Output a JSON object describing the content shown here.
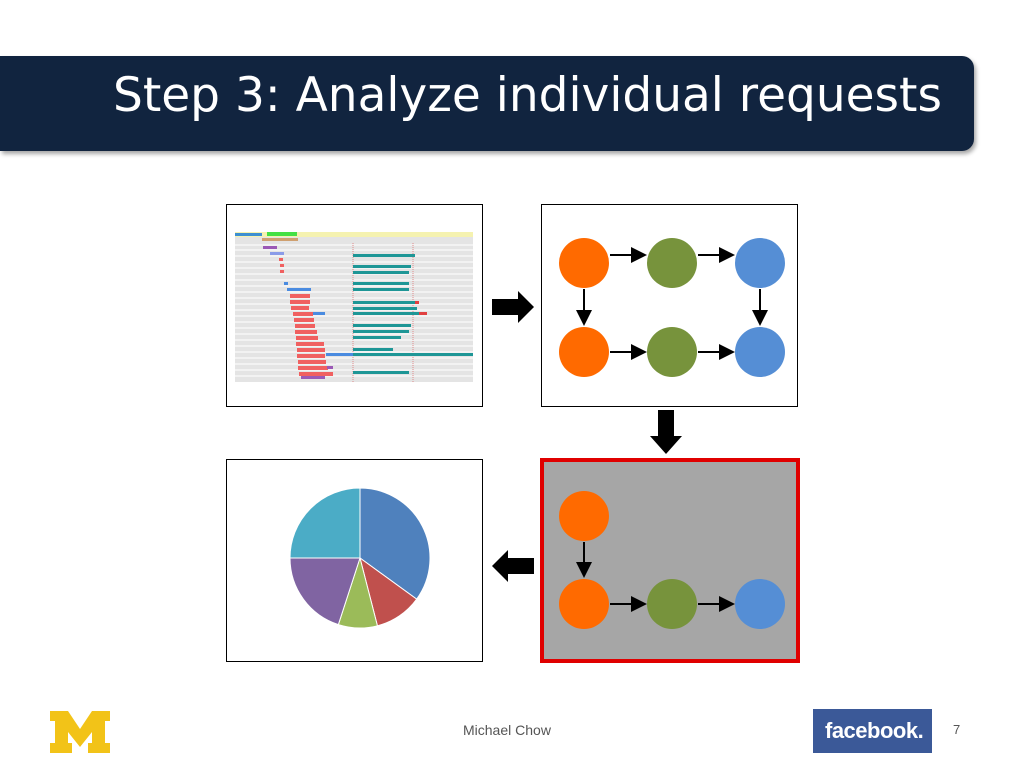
{
  "slide": {
    "title": "Step 3: Analyze individual requests",
    "footer_name": "Michael Chow",
    "page_number": "7"
  },
  "logos": {
    "left": "university-block-m-logo",
    "right_text": "facebook."
  },
  "colors": {
    "title_bg": "#11243f",
    "orange": "#ff6a00",
    "green": "#77933c",
    "blue": "#558ed5",
    "highlight_border": "#e00000",
    "highlight_fill": "#a6a6a6",
    "facebook_blue": "#3b5998",
    "michigan_maize": "#f2c318"
  },
  "chart_data": {
    "type": "pie",
    "title": "",
    "slices": [
      {
        "value": 35,
        "color": "#4f81bd"
      },
      {
        "value": 11,
        "color": "#c0504d"
      },
      {
        "value": 9,
        "color": "#9bbb59"
      },
      {
        "value": 20,
        "color": "#8064a2"
      },
      {
        "value": 25,
        "color": "#4bacc6"
      }
    ]
  }
}
